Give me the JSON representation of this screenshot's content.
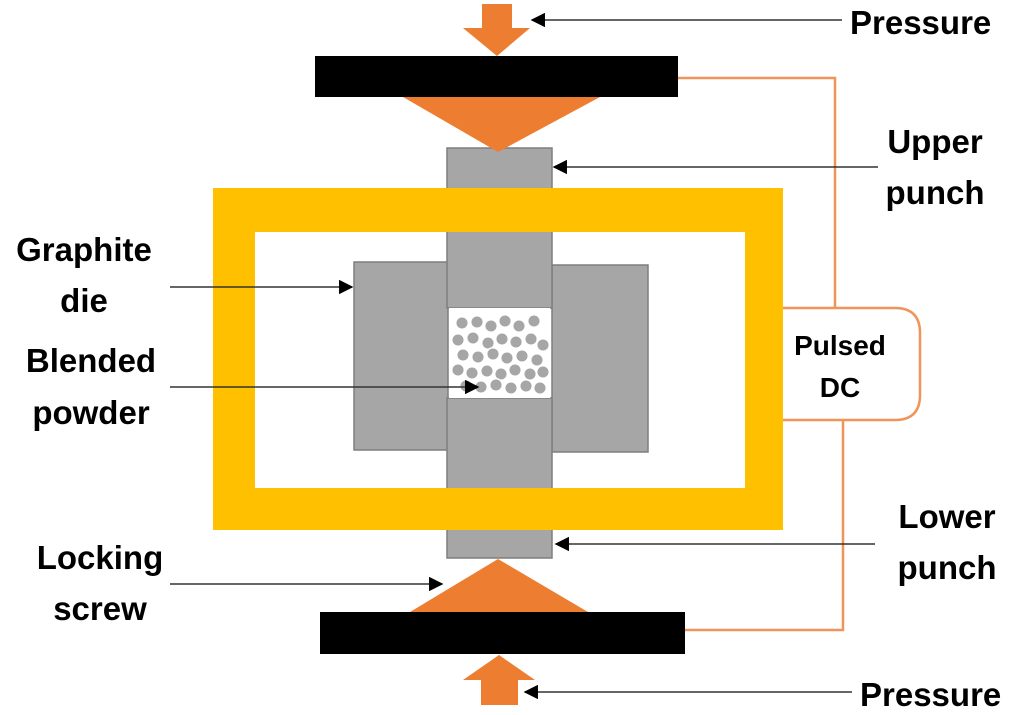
{
  "title": "Spark plasma sintering setup schematic",
  "colors": {
    "press_plate": "#000000",
    "pressure_arrow": "#ED7D31",
    "punch": "#A6A6A6",
    "punch_stroke": "#7F7F7F",
    "die_frame": "#FFC000",
    "wire": "#F4B183",
    "wire_dark": "#ED7D31",
    "powder_particle": "#A6A6A6",
    "leader_line": "#404040"
  },
  "labels": {
    "pressure_top": "Pressure",
    "upper_punch": [
      "Upper",
      "punch"
    ],
    "graphite_die": [
      "Graphite",
      "die"
    ],
    "blended_powder": [
      "Blended",
      "powder"
    ],
    "pulsed_dc": [
      "Pulsed",
      "DC"
    ],
    "lower_punch": [
      "Lower",
      "punch"
    ],
    "locking_screw": [
      "Locking",
      "screw"
    ],
    "pressure_bottom": "Pressure"
  }
}
